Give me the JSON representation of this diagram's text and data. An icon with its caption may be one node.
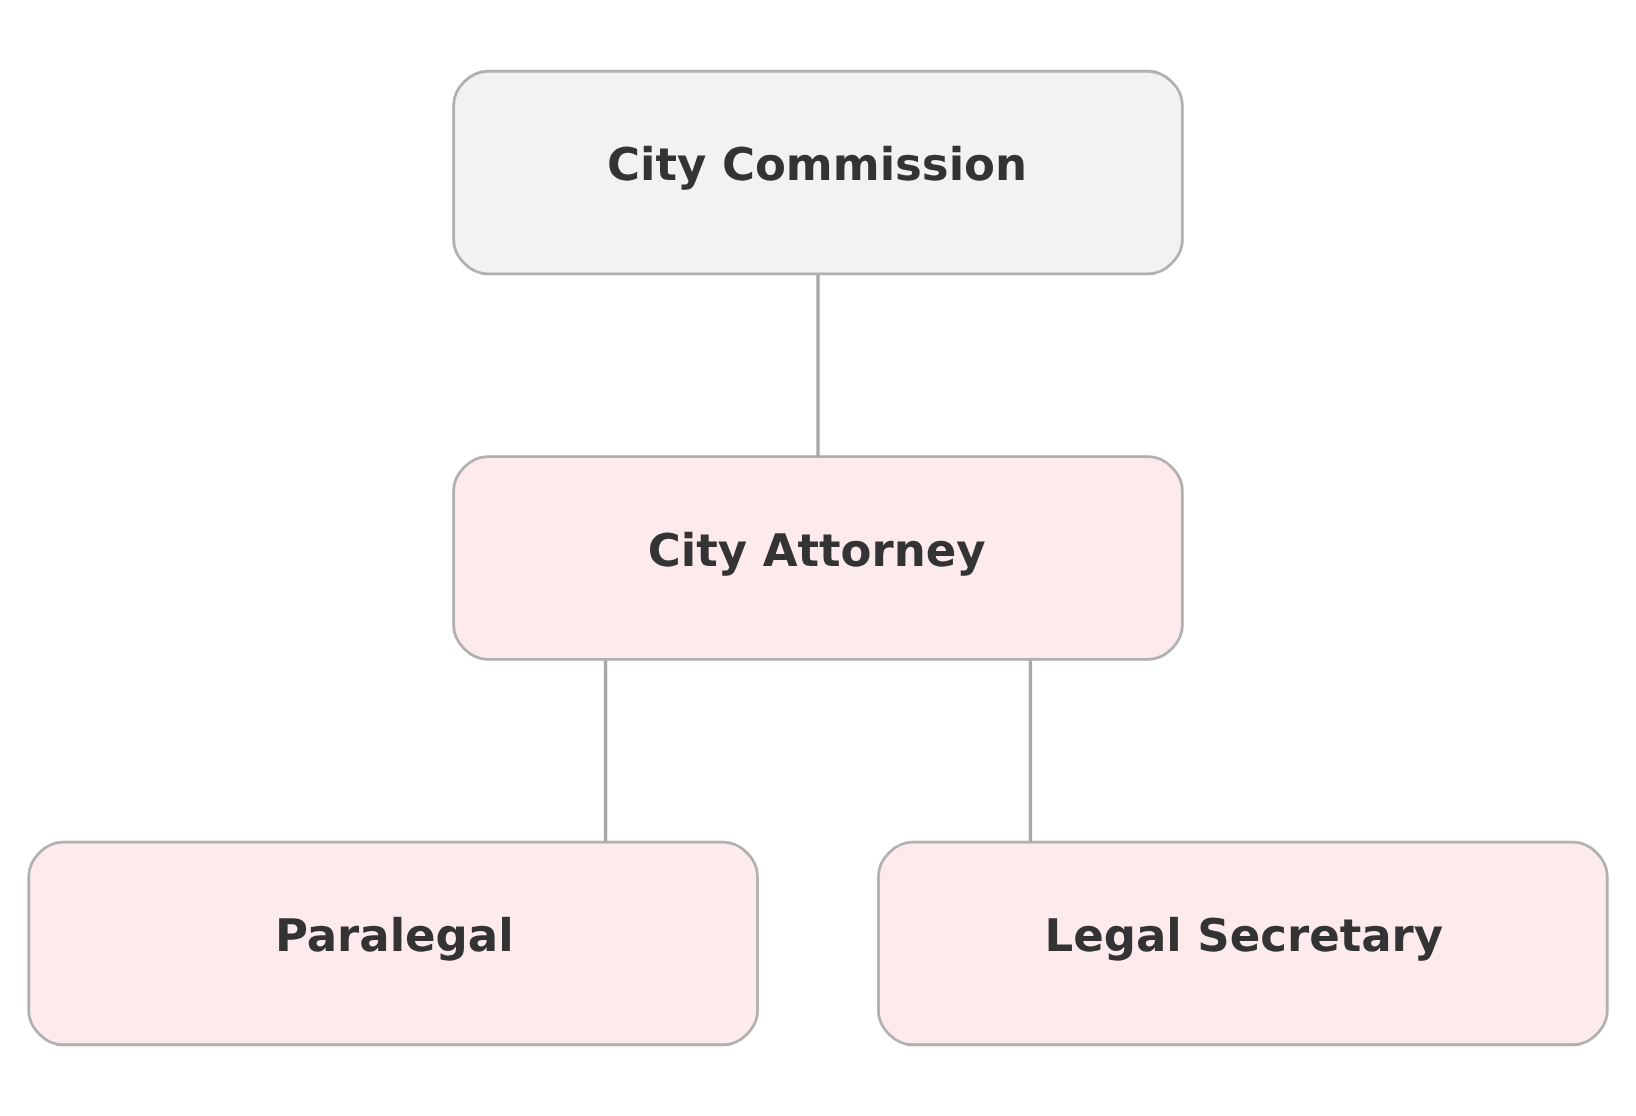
{
  "diagram": {
    "nodes": [
      {
        "text": [
          "City Commission"
        ]
      },
      {
        "text": [
          "City Attorney"
        ]
      },
      {
        "text": [
          "Paralegal"
        ]
      },
      {
        "text": [
          "Legal Secretary"
        ]
      }
    ],
    "edges": [
      {
        "from": 0,
        "to": 1,
        "arrow": "none"
      },
      {
        "from": 1,
        "to": 2,
        "arrow": "none"
      },
      {
        "from": 1,
        "to": 3,
        "arrow": "none"
      }
    ]
  }
}
